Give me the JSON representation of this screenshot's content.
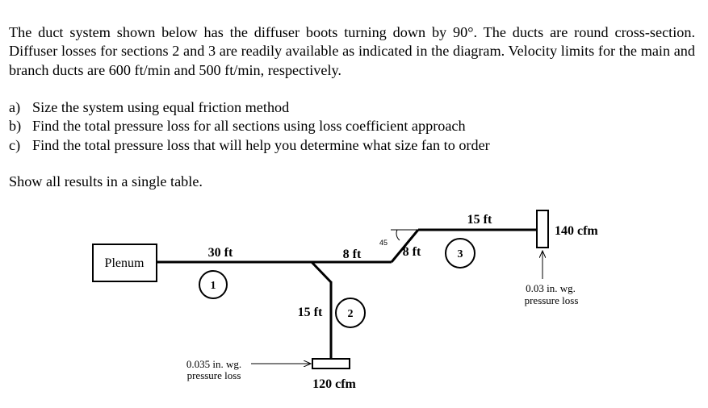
{
  "problem": {
    "intro": "The duct system shown below has the diffuser boots turning down by 90°. The ducts are round cross-section. Diffuser losses for sections 2 and 3 are readily available as indicated in the diagram. Velocity limits for the main and branch ducts are 600 ft/min and 500 ft/min, respectively.",
    "tasks": [
      {
        "marker": "a)",
        "text": "Size the system using equal friction method"
      },
      {
        "marker": "b)",
        "text": "Find the total pressure loss for all sections using loss coefficient approach"
      },
      {
        "marker": "c)",
        "text": "Find the total pressure loss that will help you determine what size fan to order"
      }
    ],
    "closing": "Show all results in a single table."
  },
  "diagram": {
    "plenum_label": "Plenum",
    "section1_length": "30 ft",
    "section1_number": "1",
    "main_segment_length": "8 ft",
    "angle_label": "45",
    "angled_segment_length": "8 ft",
    "section3_number": "3",
    "section3_length": "15 ft",
    "outlet3_flow": "140 cfm",
    "outlet3_loss_line1": "0.03 in. wg.",
    "outlet3_loss_line2": "pressure loss",
    "branch2_length": "15 ft",
    "section2_number": "2",
    "outlet2_loss_line1": "0.035 in. wg.",
    "outlet2_loss_line2": "pressure loss",
    "outlet2_flow": "120 cfm"
  }
}
